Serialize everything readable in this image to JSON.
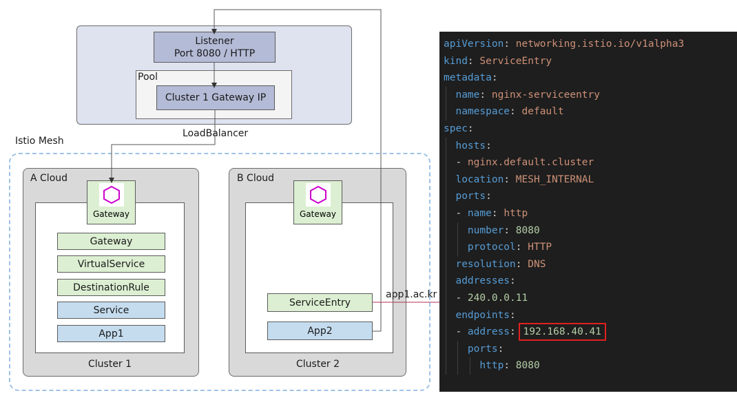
{
  "lb": {
    "listener_line1": "Listener",
    "listener_line2": "Port 8080 / HTTP",
    "pool_label": "Pool",
    "pool_target": "Cluster 1 Gateway IP",
    "caption": "LoadBalancer"
  },
  "mesh_label": "Istio Mesh",
  "cloud_a": {
    "title": "A Cloud",
    "gateway_caption": "Gateway",
    "resources": [
      "Gateway",
      "VirtualService",
      "DestinationRule",
      "Service",
      "App1"
    ],
    "cluster_label": "Cluster 1"
  },
  "cloud_b": {
    "title": "B Cloud",
    "gateway_caption": "Gateway",
    "service_entry": "ServiceEntry",
    "app": "App2",
    "cluster_label": "Cluster 2"
  },
  "connector_label": "app1.ac.kr",
  "colors": {
    "resource_green": "#dcefd2",
    "resource_blue": "#c5dcef",
    "lb_panel": "#dfe2ef",
    "cloud_panel": "#d9d9d9",
    "gateway_icon": "#cc00cc",
    "mesh_border": "#9dc3e6",
    "highlight": "#e02020",
    "code_key": "#569cd6",
    "code_value": "#ce9178",
    "code_number": "#b5cea8",
    "code_bg": "#1e1e1e"
  },
  "icons": [
    "hexagon-gateway-icon"
  ],
  "yaml": [
    {
      "pre": "",
      "key": "apiVersion",
      "sep": ": ",
      "val": "networking.istio.io/v1alpha3",
      "type": "str"
    },
    {
      "pre": "",
      "key": "kind",
      "sep": ": ",
      "val": "ServiceEntry",
      "type": "str"
    },
    {
      "pre": "",
      "key": "metadata",
      "sep": ":",
      "val": "",
      "type": "str"
    },
    {
      "pre": "  ",
      "key": "name",
      "sep": ": ",
      "val": "nginx-serviceentry",
      "type": "str"
    },
    {
      "pre": "  ",
      "key": "namespace",
      "sep": ": ",
      "val": "default",
      "type": "str"
    },
    {
      "pre": "",
      "key": "spec",
      "sep": ":",
      "val": "",
      "type": "str"
    },
    {
      "pre": "  ",
      "key": "hosts",
      "sep": ":",
      "val": "",
      "type": "str"
    },
    {
      "pre": "  - ",
      "key": "",
      "sep": "",
      "val": "nginx.default.cluster",
      "type": "str"
    },
    {
      "pre": "  ",
      "key": "location",
      "sep": ": ",
      "val": "MESH_INTERNAL",
      "type": "str"
    },
    {
      "pre": "  ",
      "key": "ports",
      "sep": ":",
      "val": "",
      "type": "str"
    },
    {
      "pre": "  - ",
      "key": "name",
      "sep": ": ",
      "val": "http",
      "type": "str"
    },
    {
      "pre": "    ",
      "key": "number",
      "sep": ": ",
      "val": "8080",
      "type": "num"
    },
    {
      "pre": "    ",
      "key": "protocol",
      "sep": ": ",
      "val": "HTTP",
      "type": "str"
    },
    {
      "pre": "  ",
      "key": "resolution",
      "sep": ": ",
      "val": "DNS",
      "type": "str"
    },
    {
      "pre": "  ",
      "key": "addresses",
      "sep": ":",
      "val": "",
      "type": "str"
    },
    {
      "pre": "  - ",
      "key": "",
      "sep": "",
      "val": "240.0.0.11",
      "type": "num"
    },
    {
      "pre": "  ",
      "key": "endpoints",
      "sep": ":",
      "val": "",
      "type": "str"
    },
    {
      "pre": "  - ",
      "key": "address",
      "sep": ": ",
      "val": "192.168.40.41",
      "type": "num",
      "highlight": true
    },
    {
      "pre": "    ",
      "key": "ports",
      "sep": ":",
      "val": "",
      "type": "str"
    },
    {
      "pre": "      ",
      "key": "http",
      "sep": ": ",
      "val": "8080",
      "type": "num"
    }
  ]
}
